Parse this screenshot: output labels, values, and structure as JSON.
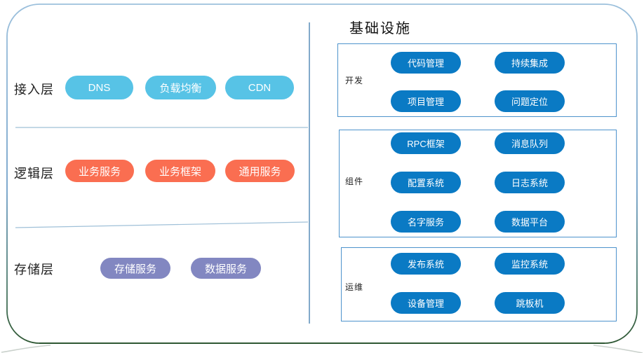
{
  "left_panel": {
    "layers": [
      {
        "label": "接入层",
        "color": "#57C3E6",
        "pills": [
          "DNS",
          "负载均衡",
          "CDN"
        ]
      },
      {
        "label": "逻辑层",
        "color": "#FA6E51",
        "pills": [
          "业务服务",
          "业务框架",
          "通用服务"
        ]
      },
      {
        "label": "存储层",
        "color": "#8287C1",
        "pills": [
          "存储服务",
          "数据服务"
        ]
      }
    ]
  },
  "right_panel": {
    "title": "基础设施",
    "pill_color": "#0A7AC4",
    "box_border_color": "#4D93CC",
    "groups": [
      {
        "label": "开发",
        "pills": [
          "代码管理",
          "持续集成",
          "项目管理",
          "问题定位"
        ]
      },
      {
        "label": "组件",
        "pills": [
          "RPC框架",
          "消息队列",
          "配置系统",
          "日志系统",
          "名字服务",
          "数据平台"
        ]
      },
      {
        "label": "运维",
        "pills": [
          "发布系统",
          "监控系统",
          "设备管理",
          "跳板机"
        ]
      }
    ]
  },
  "frame": {
    "border_top_color": "#8FB4D2",
    "border_bottom_color": "#2E5733",
    "divider_color": "#9FC0D8"
  }
}
